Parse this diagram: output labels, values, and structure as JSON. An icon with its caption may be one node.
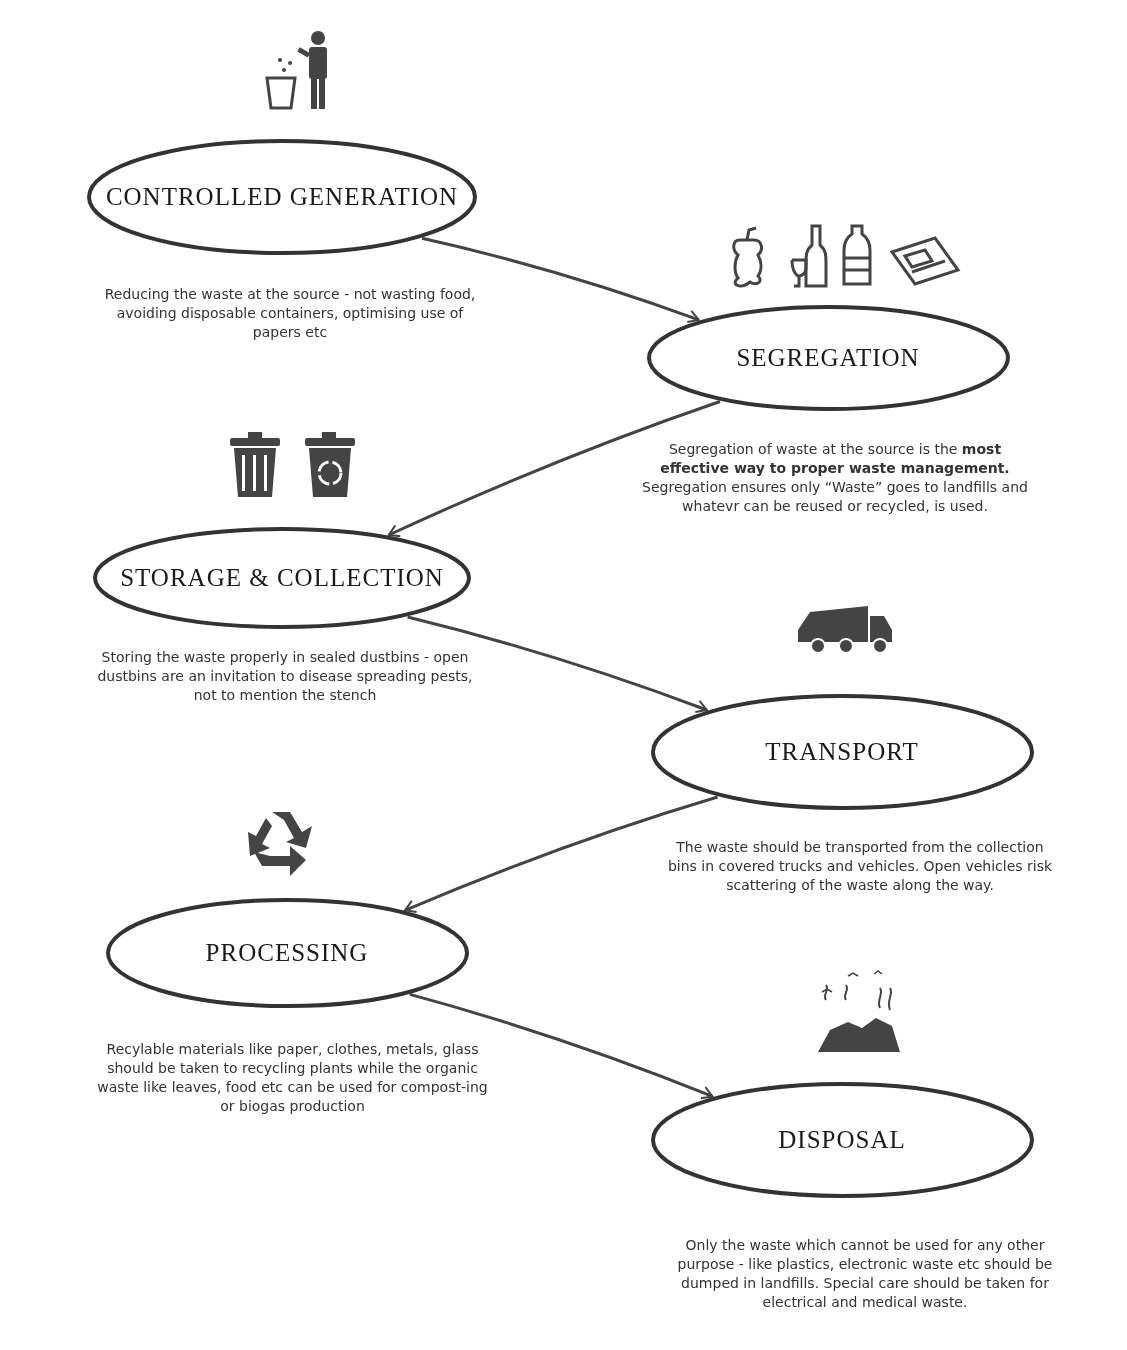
{
  "diagram": {
    "nodes": [
      {
        "text": [
          "CONTROLLED GENERATION"
        ],
        "beside": [
          "Reducing the waste at the source - not wasting food, avoiding disposable containers, optimising use of papers etc"
        ]
      },
      {
        "text": [
          "SEGREGATION"
        ],
        "beside": [
          "Segregation of waste at the source is the **most effective way to proper waste management.** Segregation ensures only “Waste” goes to landfills and whatevr can be reused or recycled, is used."
        ]
      },
      {
        "text": [
          "STORAGE & COLLECTION"
        ],
        "beside": [
          "Storing the waste properly in sealed dustbins - open dustbins are an invitation to disease spreading pests, not to mention the stench"
        ]
      },
      {
        "text": [
          "TRANSPORT"
        ],
        "beside": [
          "The waste should be transported from the collection bins in covered trucks and vehicles. Open vehicles risk scattering of the waste along the way."
        ]
      },
      {
        "text": [
          "PROCESSING"
        ],
        "beside": [
          "Recylable materials like paper, clothes, metals, glass should be taken to recycling plants while the organic waste like leaves, food etc can be used for compost-ing or biogas production"
        ]
      },
      {
        "text": [
          "DISPOSAL"
        ],
        "beside": [
          "Only the waste which cannot be used for any other purpose - like plastics, electronic waste etc should be dumped in landfills. Special care should be taken for electrical and medical waste."
        ]
      }
    ],
    "edges": [
      {
        "from": 0,
        "to": 1,
        "arrow": "to"
      },
      {
        "from": 1,
        "to": 2,
        "arrow": "to"
      },
      {
        "from": 2,
        "to": 3,
        "arrow": "to"
      },
      {
        "from": 3,
        "to": 4,
        "arrow": "to"
      },
      {
        "from": 4,
        "to": 5,
        "arrow": "to"
      }
    ]
  }
}
